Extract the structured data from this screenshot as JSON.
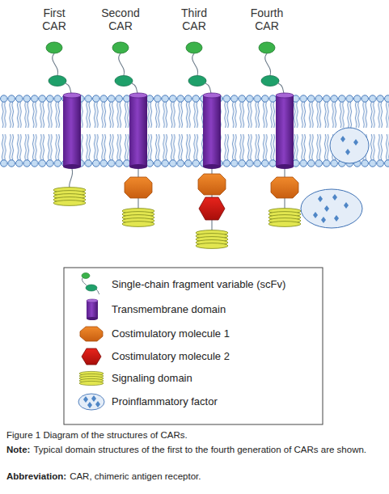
{
  "diagram": {
    "caption": "Figure 1 Diagram of the structures of CARs.",
    "labels": [
      "First CAR",
      "Second CAR",
      "Third CAR",
      "Fourth CAR",
      "Note:",
      "Typical domain structures of the first to the fourth generation of CARs are shown.",
      "Abbreviation:",
      "CAR, chimeric antigen receptor."
    ],
    "legend": [
      {
        "text": "Single-chain fragment variable (scFv)"
      },
      {
        "text": "Transmembrane domain"
      },
      {
        "text": "Costimulatory molecule 1"
      },
      {
        "text": "Costimulatory molecule 2"
      },
      {
        "text": "Signaling domain"
      },
      {
        "text": "Proinflammatory factor"
      }
    ]
  }
}
